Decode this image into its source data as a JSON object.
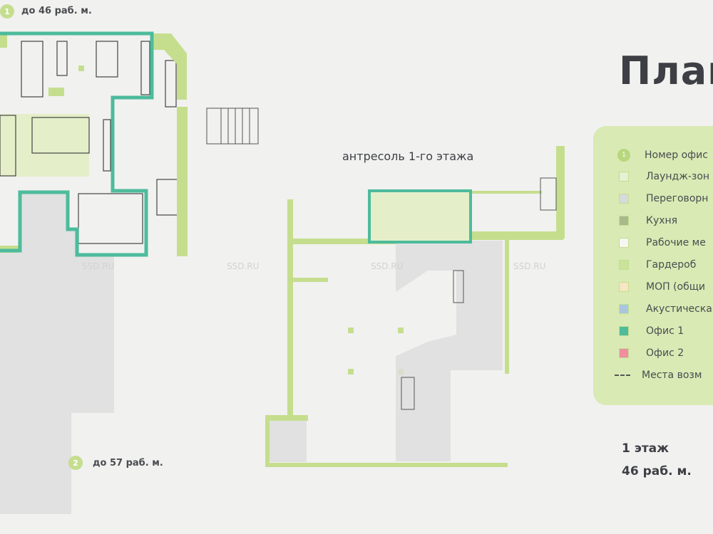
{
  "title": "План",
  "offices": [
    {
      "number": "1",
      "capacity": "до 46 раб. м."
    },
    {
      "number": "2",
      "capacity": "до 57 раб. м."
    }
  ],
  "mezzanine_label": "антресоль 1-го этажа",
  "watermark": "SSD.RU",
  "legend": [
    {
      "type": "badge",
      "badge": "1",
      "label": "Номер офис",
      "color": "#b8d77e"
    },
    {
      "type": "swatch",
      "label": "Лаундж-зон",
      "color": "#e6f0d2"
    },
    {
      "type": "swatch",
      "label": "Переговорн",
      "color": "#d8d9dc"
    },
    {
      "type": "swatch",
      "label": "Кухня",
      "color": "#a8b98c"
    },
    {
      "type": "swatch",
      "label": "Рабочие ме",
      "color": "#f6f6f4"
    },
    {
      "type": "swatch",
      "label": "Гардероб",
      "color": "#c9e39a"
    },
    {
      "type": "swatch",
      "label": "МОП (общи",
      "color": "#f6e6c4"
    },
    {
      "type": "swatch",
      "label": "Акустическа",
      "color": "#a9c6de"
    },
    {
      "type": "swatch",
      "label": "Офис 1",
      "color": "#4dbb9c"
    },
    {
      "type": "swatch",
      "label": "Офис 2",
      "color": "#ee8ea0"
    },
    {
      "type": "dash",
      "label": "Места возм"
    }
  ],
  "floor": {
    "level": "1 этаж",
    "seats": "46 раб. м."
  }
}
